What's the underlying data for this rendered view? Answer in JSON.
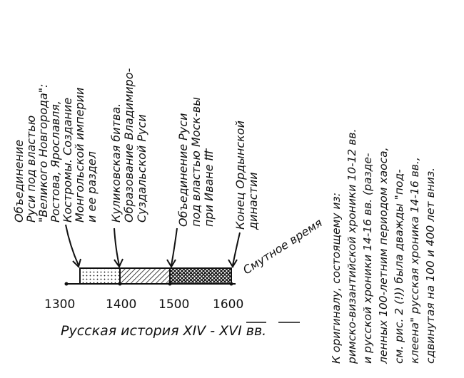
{
  "diagram": {
    "ticks": [
      {
        "value": "1300"
      },
      {
        "value": "1400"
      },
      {
        "value": "1500"
      },
      {
        "value": "1600"
      }
    ],
    "events": [
      {
        "lines": [
          "Объединение",
          "Руси под властью",
          "\"Великого Новгорода\":",
          "Ростова, Ярославля,",
          "Костромы. Создание",
          "Монгольской империи",
          "и ее раздел"
        ]
      },
      {
        "lines": [
          "Куликовская битва.",
          "Образование Владимиро-",
          "Суздальской Руси"
        ]
      },
      {
        "lines": [
          "Объединение Руси",
          "под властью Моск-вы",
          "при Иване III"
        ]
      },
      {
        "lines": [
          "Конец Ордынской",
          "династии"
        ]
      }
    ],
    "smutnoe": "Смутное время",
    "caption": "Русская история XIV - XVI вв.",
    "note_lines": [
      "К оригиналу, состоящему из:",
      "римско-византийской хроники 10-12 вв.",
      "и русской хроники 14-16 вв. (разде-",
      "ленных 100-летним периодом хаоса,",
      "см. рис. 2 (!)) была дважды \"под-",
      "клеена\" русская хроника 14-16 вв.,",
      "сдвинутая на 100 и 400 лет вниз."
    ]
  }
}
